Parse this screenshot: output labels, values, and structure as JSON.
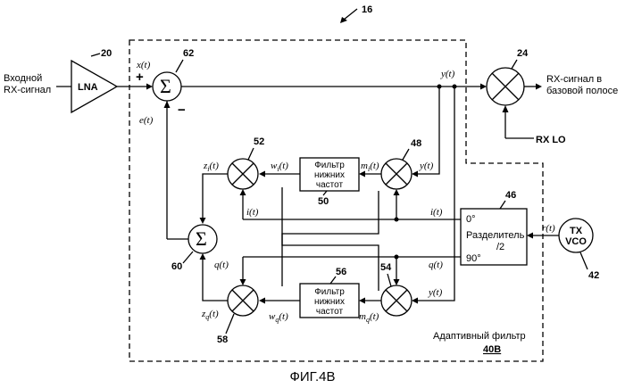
{
  "figure": {
    "caption": "ФИГ.4В",
    "ref_16": "16",
    "adaptive_filter_label": "Адаптивный фильтр",
    "adaptive_filter_number": "40B"
  },
  "input": {
    "line1": "Входной",
    "line2": "RX-сигнал"
  },
  "lna": {
    "label": "LNA",
    "number": "20"
  },
  "summer_62": {
    "symbol": "Σ",
    "number": "62",
    "plus": "+",
    "minus": "−"
  },
  "mixer_24": {
    "number": "24"
  },
  "output": {
    "line1": "RX-сигнал в",
    "line2": "базовой полосе"
  },
  "rx_lo": {
    "label": "RX LO"
  },
  "mixer_52": {
    "number": "52"
  },
  "mixer_48": {
    "number": "48"
  },
  "mixer_54": {
    "number": "54"
  },
  "mixer_58": {
    "number": "58"
  },
  "summer_60": {
    "symbol": "Σ",
    "number": "60"
  },
  "lpf_50": {
    "line1": "Фильтр",
    "line2": "нижних",
    "line3": "частот",
    "number": "50"
  },
  "lpf_56": {
    "line1": "Фильтр",
    "line2": "нижних",
    "line3": "частот",
    "number": "56"
  },
  "splitter_46": {
    "line1": "Разделитель",
    "line2": "/2",
    "deg0": "0°",
    "deg90": "90°",
    "number": "46"
  },
  "tx_vco": {
    "line1": "TX",
    "line2": "VCO",
    "number": "42"
  },
  "signals": {
    "x": "x(t)",
    "y_top": "y(t)",
    "e": "e(t)",
    "zi": "z",
    "zi_sub": "i",
    "zi_t": "(t)",
    "wi": "w",
    "wi_sub": "i",
    "wi_t": "(t)",
    "mi": "m",
    "mi_sub": "i",
    "mi_t": "(t)",
    "y_48": "y(t)",
    "i_left": "i(t)",
    "i_right": "i(t)",
    "r": "r(t)",
    "q_left": "q(t)",
    "q_right": "q(t)",
    "y_54": "y(t)",
    "zq": "z",
    "zq_sub": "q",
    "zq_t": "(t)",
    "wq": "w",
    "wq_sub": "q",
    "wq_t": "(t)",
    "mq": "m",
    "mq_sub": "q",
    "mq_t": "(t)"
  }
}
